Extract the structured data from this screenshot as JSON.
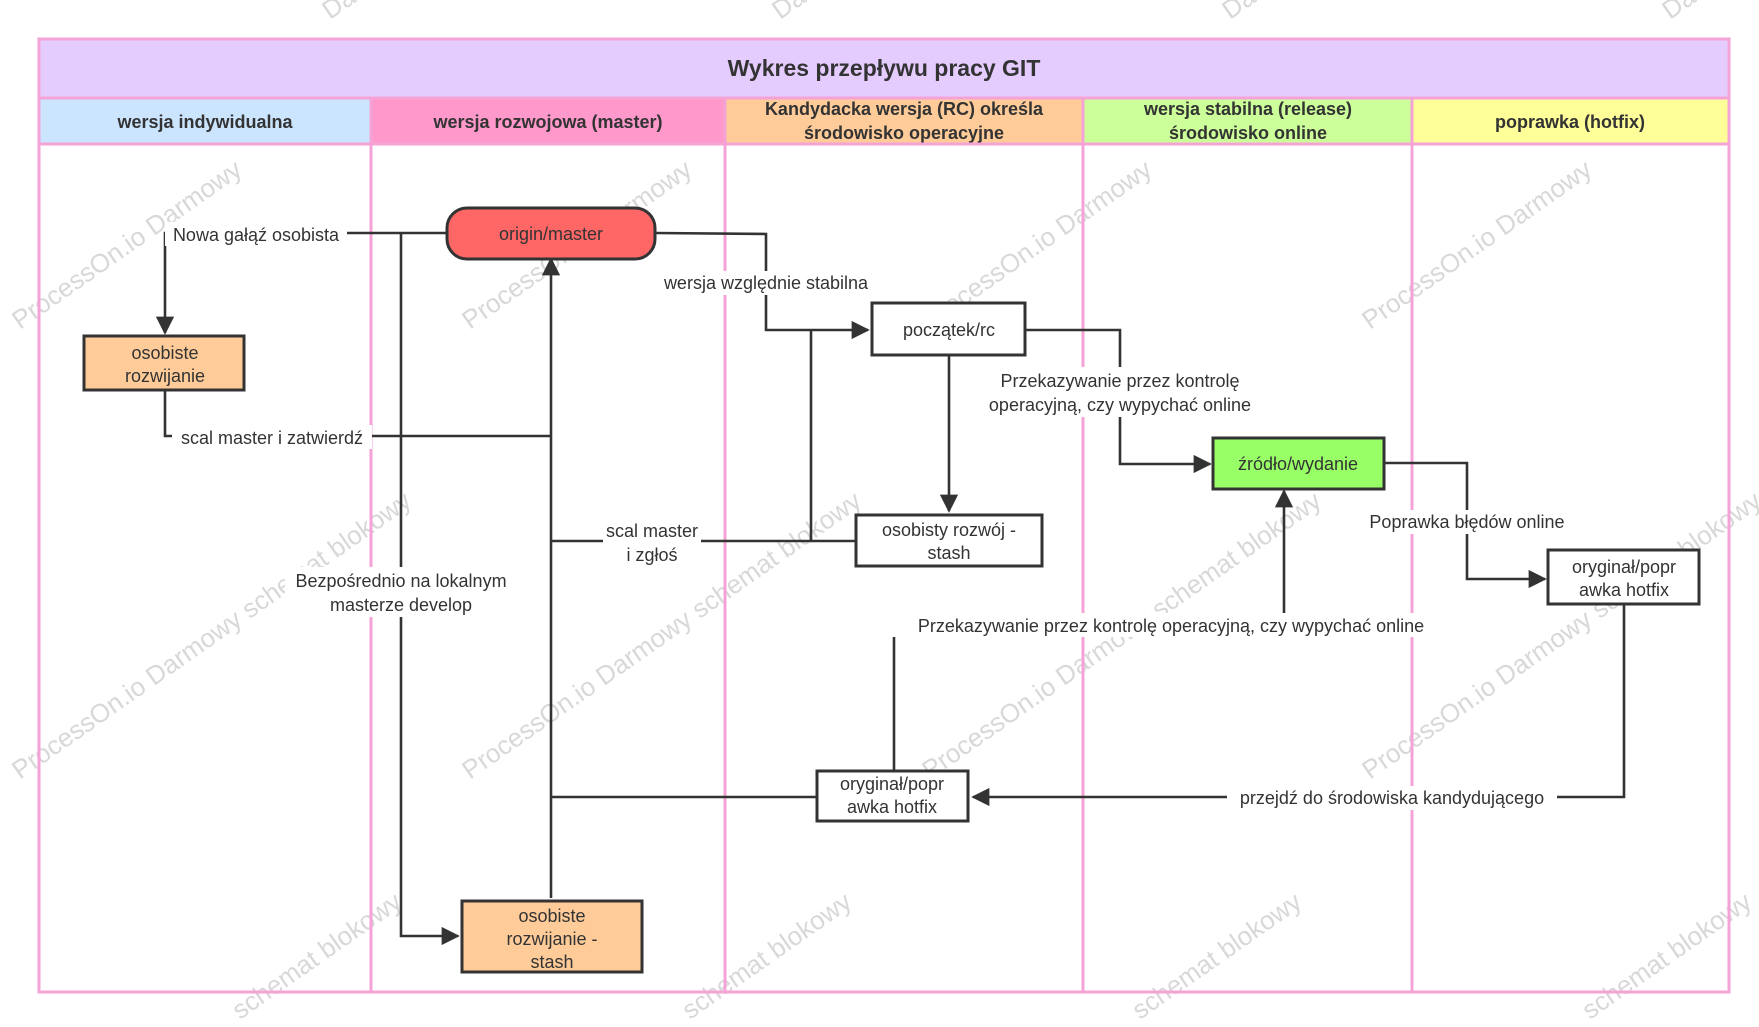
{
  "title": "Wykres przepływu pracy GIT",
  "lanes": [
    {
      "label": "wersja indywidualna",
      "color": "#cce5ff"
    },
    {
      "label": "wersja rozwojowa (master)",
      "color": "#ff99cc"
    },
    {
      "line1": "Kandydacka wersja (RC) określa",
      "line2": "środowisko operacyjne",
      "color": "#ffcc99"
    },
    {
      "line1": "wersja stabilna (release)",
      "line2": "środowisko online",
      "color": "#ccff99"
    },
    {
      "label": "poprawka (hotfix)",
      "color": "#ffff99"
    }
  ],
  "nodes": {
    "origin_master": {
      "label": "origin/master",
      "color": "#ff6666"
    },
    "personal_dev": {
      "line1": "osobiste",
      "line2": "rozwijanie",
      "color": "#ffcc99"
    },
    "personal_dev_stash": {
      "line1": "osobiste",
      "line2": "rozwijanie -",
      "line3": "stash",
      "color": "#ffcc99"
    },
    "start_rc": {
      "label": "początek/rc"
    },
    "personal_stash": {
      "line1": "osobisty rozwój -",
      "line2": "stash"
    },
    "source_release": {
      "label": "źródło/wydanie",
      "color": "#99ff66"
    },
    "hotfix_orig_right": {
      "line1": "oryginał/popr",
      "line2": "awka hotfix"
    },
    "hotfix_orig_mid": {
      "line1": "oryginał/popr",
      "line2": "awka hotfix"
    }
  },
  "edges": {
    "new_branch": "Nowa gałąź osobista",
    "merge_commit": "scal master i zatwierdź",
    "direct_local": {
      "line1": "Bezpośrednio na lokalnym",
      "line2": "masterze develop"
    },
    "merge_report": {
      "line1": "scal master",
      "line2": "i zgłoś"
    },
    "relatively_stable": "wersja względnie stabilna",
    "ops_control": {
      "line1": "Przekazywanie przez kontrolę",
      "line2": "operacyjną, czy wypychać online"
    },
    "ops_control_long": "Przekazywanie przez kontrolę operacyjną, czy wypychać online",
    "online_bugfix": "Poprawka błędów online",
    "goto_candidate": "przejdź do środowiska kandydującego"
  },
  "watermark": {
    "a": "Darmowy",
    "b": "schemat blokowy",
    "c": "ProcessOn.io Darmowy",
    "d": "ProcessOn.io Darmowy schemat blokowy"
  }
}
